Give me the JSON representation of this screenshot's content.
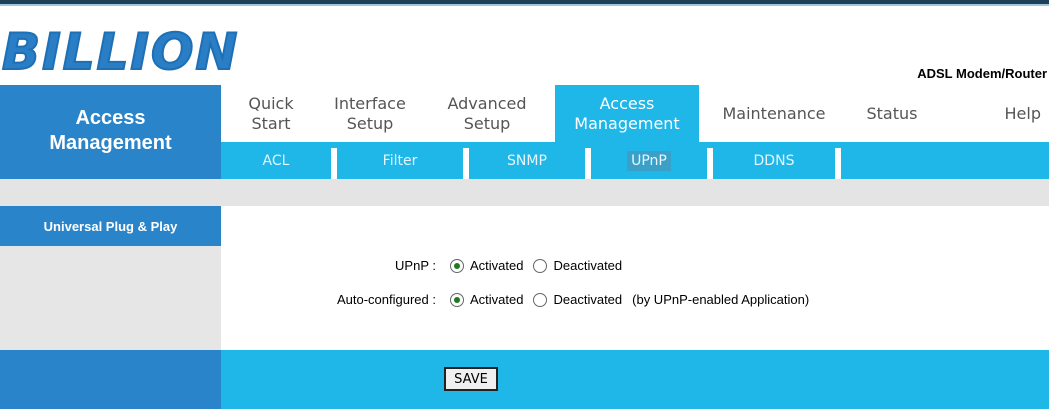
{
  "brand": {
    "logo_text": "BILLION",
    "product_name": "ADSL Modem/Router"
  },
  "sidebar": {
    "title_line1": "Access",
    "title_line2": "Management",
    "section_label": "Universal Plug & Play"
  },
  "menu": [
    {
      "line1": "Quick",
      "line2": "Start"
    },
    {
      "line1": "Interface",
      "line2": "Setup"
    },
    {
      "line1": "Advanced",
      "line2": "Setup"
    },
    {
      "line1": "Access",
      "line2": "Management"
    },
    {
      "line1": "Maintenance",
      "line2": ""
    },
    {
      "line1": "Status",
      "line2": ""
    },
    {
      "line1": "Help",
      "line2": ""
    }
  ],
  "active_menu": "Access Management",
  "submenu": [
    "ACL",
    "Filter",
    "SNMP",
    "UPnP",
    "DDNS"
  ],
  "active_submenu": "UPnP",
  "form": {
    "upnp_label": "UPnP :",
    "auto_label": "Auto-configured :",
    "activated": "Activated",
    "deactivated": "Deactivated",
    "auto_note": "(by UPnP-enabled Application)",
    "upnp_value": "Activated",
    "auto_value": "Activated",
    "save_label": "SAVE"
  },
  "colors": {
    "primary_blue": "#2a84c9",
    "cyan": "#1fb6e8",
    "gray": "#e4e4e4"
  }
}
